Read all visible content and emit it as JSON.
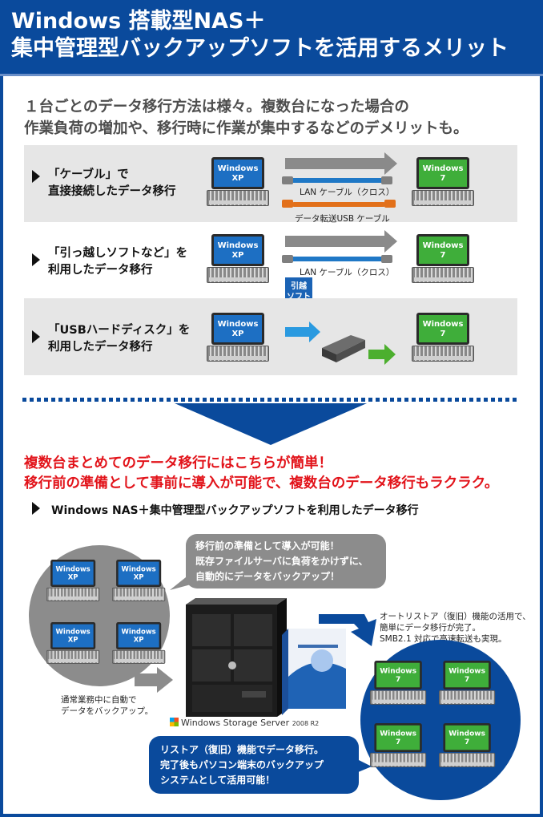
{
  "header": {
    "line1": "Windows 搭載型NAS＋",
    "line2": "集中管理型バックアップソフトを活用するメリット"
  },
  "intro": {
    "line1": "１台ごとのデータ移行方法は様々。複数台になった場合の",
    "line2": "作業負荷の増加や、移行時に作業が集中するなどのデメリットも。"
  },
  "methods": [
    {
      "label_line1": "「ケーブル」で",
      "label_line2": "直接接続したデータ移行",
      "cable_labels": [
        "LAN ケーブル（クロス）",
        "データ転送USB ケーブル"
      ]
    },
    {
      "label_line1": "「引っ越しソフトなど」を",
      "label_line2": "利用したデータ移行",
      "cable_labels": [
        "LAN ケーブル（クロス）"
      ],
      "box_label": "引越\nソフト"
    },
    {
      "label_line1": "「USBハードディスク」を",
      "label_line2": "利用したデータ移行"
    }
  ],
  "laptops": {
    "xp_label": "Windows\nXP",
    "w7_label": "Windows\n7"
  },
  "solution": {
    "line1": "複数台まとめてのデータ移行にはこちらが簡単！",
    "line2": "移行前の準備として事前に導入が可能で、複数台のデータ移行もラクラク。",
    "subtitle": "Windows NAS＋集中管理型バックアップソフトを利用したデータ移行"
  },
  "bubble_top": {
    "line1": "移行前の準備として導入が可能！",
    "line2": "既存ファイルサーバに負荷をかけずに、",
    "line3": "自動的にデータをバックアップ！"
  },
  "note_right": {
    "line1": "オートリストア（復旧）機能の活用で、",
    "line2": "簡単にデータ移行が完了。",
    "line3": "SMB2.1 対応で高速転送も実現。"
  },
  "note_left": {
    "line1": "通常業務中に自動で",
    "line2": "データをバックアップ。"
  },
  "wss": {
    "name": "Windows Storage Server",
    "version": "2008 R2"
  },
  "bubble_bottom": {
    "line1": "リストア（復旧）機能でデータ移行。",
    "line2": "完了後もパソコン端末のバックアップ",
    "line3": "システムとして活用可能！"
  },
  "colors": {
    "brand_blue": "#0a4a9c",
    "accent_red": "#e2131a",
    "xp_blue": "#1d6fc3",
    "w7_green": "#3fae3a"
  }
}
